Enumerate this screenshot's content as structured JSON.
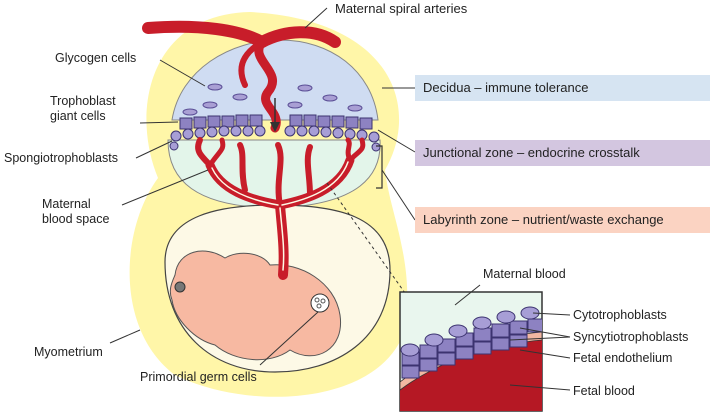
{
  "labels": {
    "maternal_spiral_arteries": "Maternal spiral arteries",
    "glycogen_cells": "Glycogen cells",
    "trophoblast_giant_cells_1": "Trophoblast",
    "trophoblast_giant_cells_2": "giant cells",
    "spongiotrophoblasts": "Spongiotrophoblasts",
    "maternal_blood_space_1": "Maternal",
    "maternal_blood_space_2": "blood space",
    "myometrium": "Myometrium",
    "primordial_germ_cells": "Primordial germ cells"
  },
  "zones": {
    "decidua": "Decidua – immune tolerance",
    "junctional": "Junctional zone – endocrine crosstalk",
    "labyrinth": "Labyrinth zone – nutrient/waste exchange"
  },
  "inset": {
    "maternal_blood": "Maternal blood",
    "cytotrophoblasts": "Cytotrophoblasts",
    "syncytiotrophoblasts": "Syncytiotrophoblasts",
    "fetal_endothelium": "Fetal endothelium",
    "fetal_blood": "Fetal blood"
  },
  "colors": {
    "decidua_box": "#d6e4f2",
    "junctional_box": "#d3c6e0",
    "labyrinth_box": "#fbd3c2",
    "artery": "#c81d2a",
    "myometrium": "#fff5a8",
    "trophoblast_cell": "#8d82c2",
    "embryo": "#f7b9a2"
  }
}
